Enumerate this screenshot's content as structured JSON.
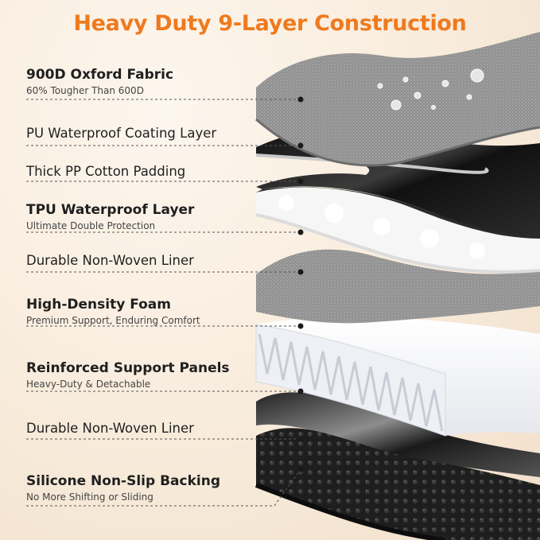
{
  "title": "Heavy Duty 9-Layer Construction",
  "colors": {
    "accent": "#ee7a1f",
    "text": "#1f1f1f"
  },
  "layers": [
    {
      "name": "900D Oxford Fabric",
      "desc": "60% Tougher Than 600D",
      "emphasis": true
    },
    {
      "name": "PU Waterproof Coating Layer",
      "desc": "",
      "emphasis": false
    },
    {
      "name": "Thick PP Cotton Padding",
      "desc": "",
      "emphasis": false
    },
    {
      "name": "TPU Waterproof Layer",
      "desc": "Ultimate Double Protection",
      "emphasis": true
    },
    {
      "name": "Durable Non-Woven Liner",
      "desc": "",
      "emphasis": false
    },
    {
      "name": "High-Density Foam",
      "desc": "Premium Support, Enduring Comfort",
      "emphasis": true
    },
    {
      "name": "Reinforced Support Panels",
      "desc": "Heavy-Duty & Detachable",
      "emphasis": true
    },
    {
      "name": "Durable Non-Woven Liner",
      "desc": "",
      "emphasis": false
    },
    {
      "name": "Silicone Non-Slip Backing",
      "desc": "No More Shifting or Sliding",
      "emphasis": true
    }
  ]
}
